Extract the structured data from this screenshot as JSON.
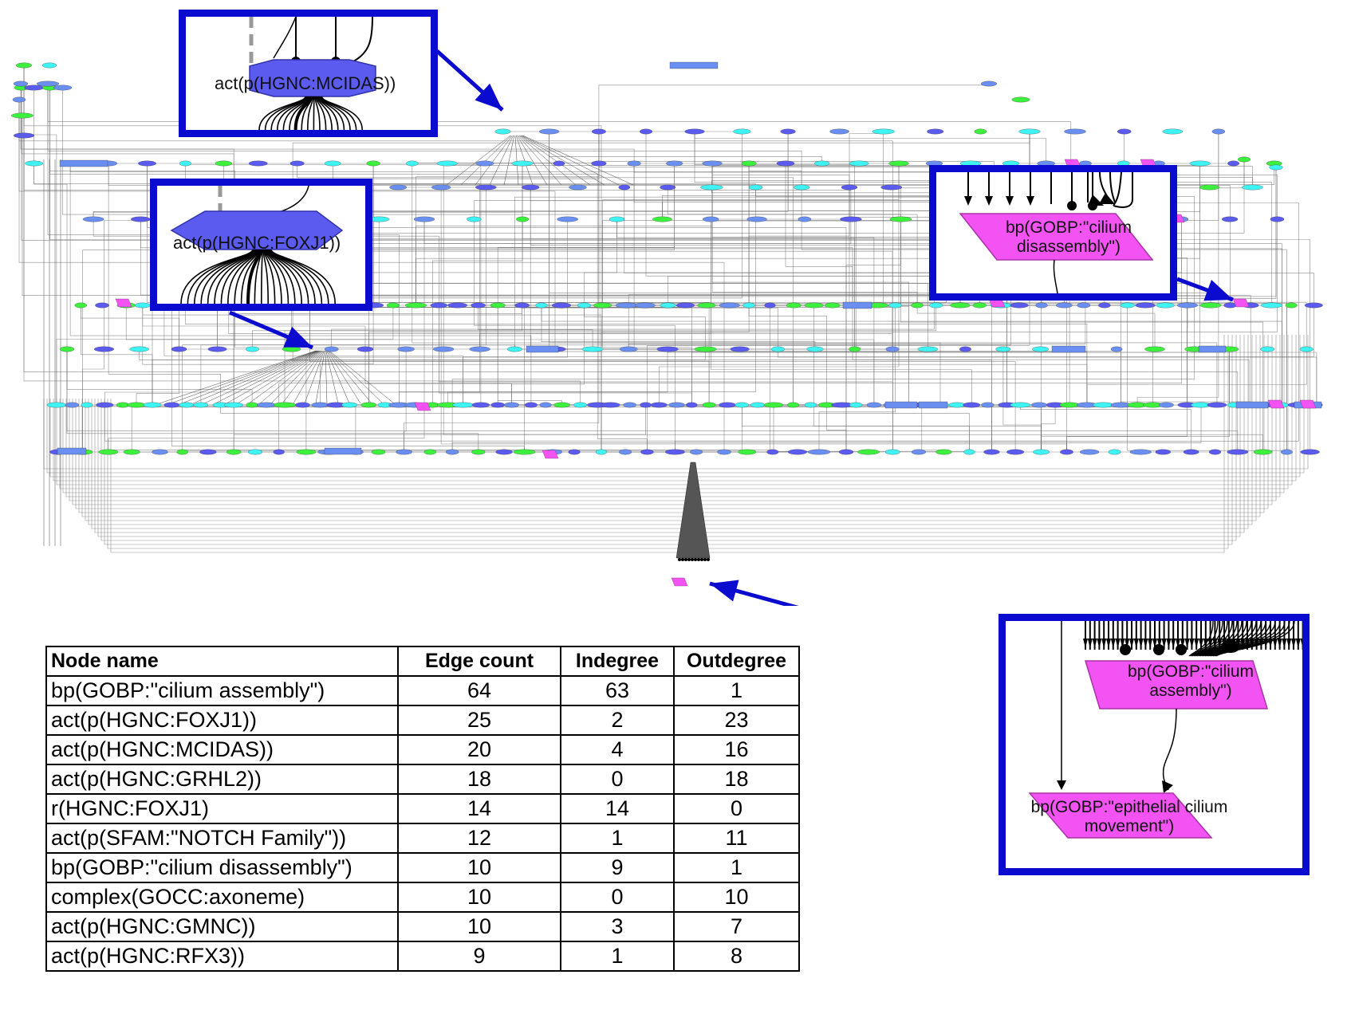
{
  "colors": {
    "node_complex": "#5b5bf0",
    "node_rna": "#3ff3f3",
    "node_activity": "#3df03d",
    "node_bp": "#f253f2",
    "node_wide": "#6a8ff0",
    "highlight": "#0b0bd0",
    "edge": "#666666"
  },
  "callouts": {
    "mcidas": {
      "label": "act(p(HGNC:MCIDAS))"
    },
    "foxj1": {
      "label": "act(p(HGNC:FOXJ1))"
    },
    "cilium_disassembly": {
      "label": "bp(GOBP:\"cilium disassembly\")"
    },
    "cilium_assembly": {
      "label": "bp(GOBP:\"cilium assembly\")",
      "child_label": "bp(GOBP:\"epithelial cilium movement\")"
    }
  },
  "table": {
    "headers": [
      "Node name",
      "Edge count",
      "Indegree",
      "Outdegree"
    ],
    "rows": [
      {
        "name": "bp(GOBP:\"cilium assembly\")",
        "edge_count": "64",
        "indegree": "63",
        "outdegree": "1"
      },
      {
        "name": "act(p(HGNC:FOXJ1))",
        "edge_count": "25",
        "indegree": "2",
        "outdegree": "23"
      },
      {
        "name": "act(p(HGNC:MCIDAS))",
        "edge_count": "20",
        "indegree": "4",
        "outdegree": "16"
      },
      {
        "name": "act(p(HGNC:GRHL2))",
        "edge_count": "18",
        "indegree": "0",
        "outdegree": "18"
      },
      {
        "name": "r(HGNC:FOXJ1)",
        "edge_count": "14",
        "indegree": "14",
        "outdegree": "0"
      },
      {
        "name": "act(p(SFAM:\"NOTCH Family\"))",
        "edge_count": "12",
        "indegree": "1",
        "outdegree": "11"
      },
      {
        "name": "bp(GOBP:\"cilium disassembly\")",
        "edge_count": "10",
        "indegree": "9",
        "outdegree": "1"
      },
      {
        "name": "complex(GOCC:axoneme)",
        "edge_count": "10",
        "indegree": "0",
        "outdegree": "10"
      },
      {
        "name": "act(p(HGNC:GMNC))",
        "edge_count": "10",
        "indegree": "3",
        "outdegree": "7"
      },
      {
        "name": "act(p(HGNC:RFX3))",
        "edge_count": "9",
        "indegree": "1",
        "outdegree": "8"
      }
    ]
  }
}
